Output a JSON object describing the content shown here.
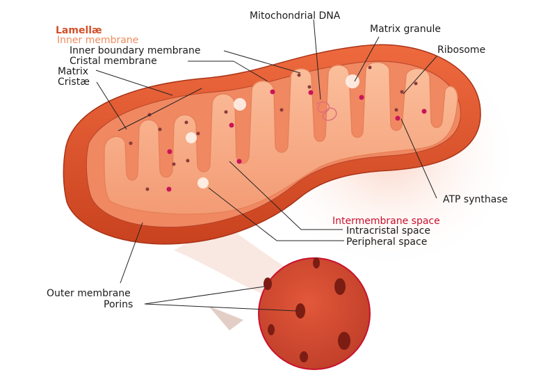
{
  "labels": {
    "lamellae": "Lamellæ",
    "inner_membrane": "Inner membrane",
    "inner_boundary_membrane": "Inner boundary membrane",
    "cristal_membrane": "Cristal membrane",
    "matrix": "Matrix",
    "cristae": "Cristæ",
    "mitochondrial_dna": "Mitochondrial DNA",
    "matrix_granule": "Matrix granule",
    "ribosome": "Ribosome",
    "atp_synthase": "ATP synthase",
    "intermembrane_space": "Intermembrane space",
    "intracristal_space": "Intracristal space",
    "peripheral_space": "Peripheral space",
    "outer_membrane": "Outer membrane",
    "porins": "Porins"
  },
  "colors": {
    "outer_membrane": "#e0532d",
    "outer_membrane_dark": "#b8361a",
    "inner_membrane": "#f6a57f",
    "matrix": "#f7b08c",
    "ribosome": "#8a3a3a",
    "atp_synthase": "#c8145a",
    "header_lamellae": "#d2502a",
    "header_inner": "#f08a5d",
    "header_ims": "#c8102e"
  }
}
